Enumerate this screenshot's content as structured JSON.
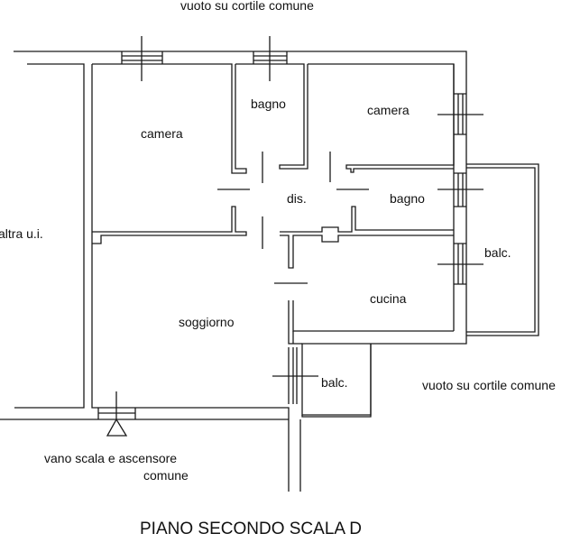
{
  "plan": {
    "title": "PIANO SECONDO SCALA D",
    "rooms": {
      "camera_left": "camera",
      "bagno_top": "bagno",
      "camera_right": "camera",
      "dis": "dis.",
      "bagno_right": "bagno",
      "soggiorno": "soggiorno",
      "cucina": "cucina",
      "balc_right": "balc.",
      "balc_bottom": "balc."
    },
    "surroundings": {
      "top": "vuoto su cortile comune",
      "left": "altra u.i.",
      "right": "vuoto su cortile comune",
      "bottom_line1": "vano scala e ascensore",
      "bottom_line2": "comune"
    },
    "line_color": "#1a1a1a"
  }
}
